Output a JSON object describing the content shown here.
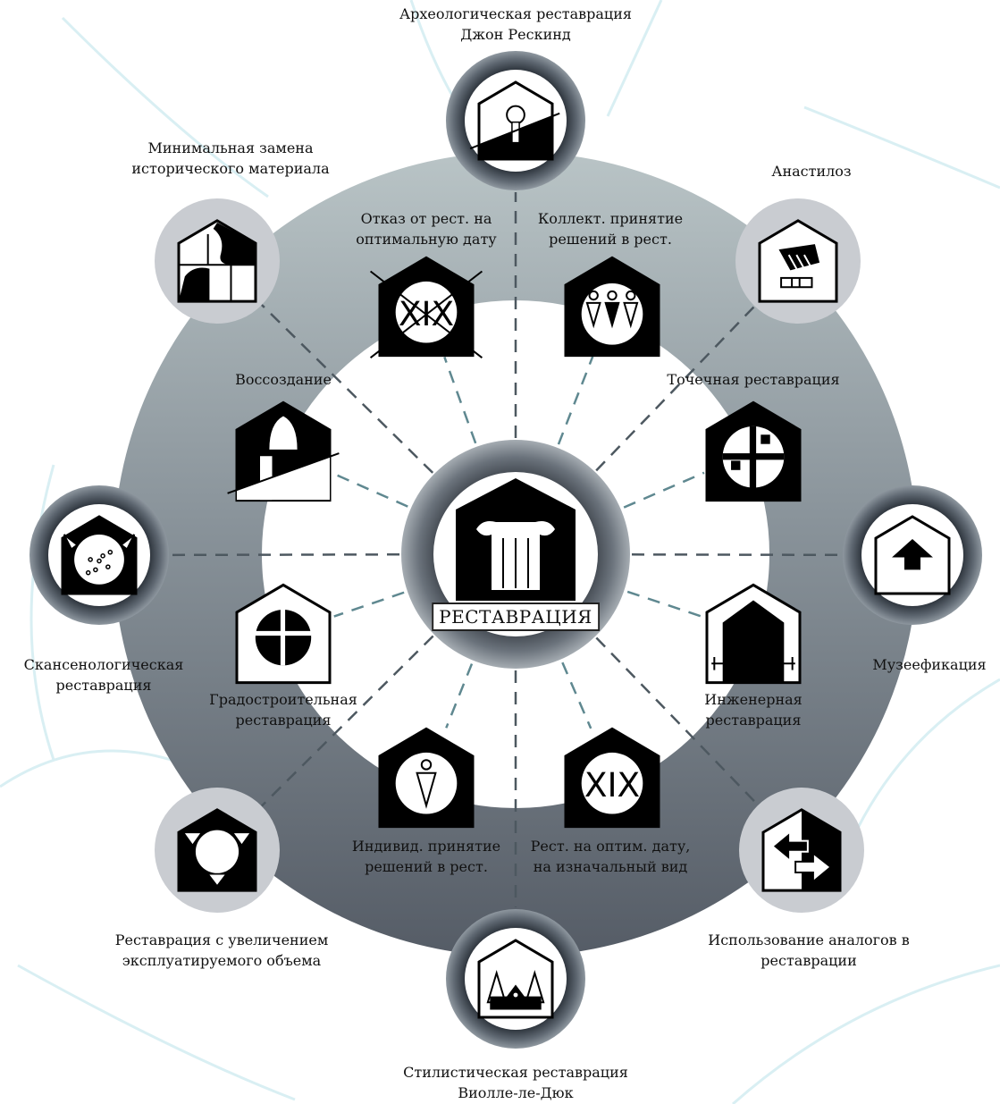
{
  "center": {
    "label": "РЕСТАВРАЦИЯ",
    "icon": "column-capital-house-icon"
  },
  "outer_nodes": [
    {
      "id": "archaeological",
      "lines": [
        "Археологическая реставрация",
        "Джон Рескинд"
      ],
      "icon": "lamp-house-icon"
    },
    {
      "id": "anastylosis",
      "lines": [
        "Анастилоз"
      ],
      "icon": "fallen-capital-house-icon"
    },
    {
      "id": "museumification",
      "lines": [
        "Музеефикация"
      ],
      "icon": "up-arrow-house-icon"
    },
    {
      "id": "analogs",
      "lines": [
        "Использование аналогов в",
        "реставрации"
      ],
      "icon": "exchange-arrows-house-icon"
    },
    {
      "id": "stylistic",
      "lines": [
        "Стилистическая реставрация",
        "Виолле-ле-Дюк"
      ],
      "icon": "spires-house-icon"
    },
    {
      "id": "volume",
      "lines": [
        "Реставрация с увеличением",
        "эксплуатируемого объема"
      ],
      "icon": "expanding-circle-house-icon"
    },
    {
      "id": "skansen",
      "lines": [
        "Скансенологическая",
        "реставрация"
      ],
      "icon": "dotted-circle-house-icon"
    },
    {
      "id": "minimal",
      "lines": [
        "Минимальная замена",
        "исторического материала"
      ],
      "icon": "patchwork-house-icon"
    }
  ],
  "inner_nodes": [
    {
      "id": "collective",
      "lines": [
        "Коллект. принятие",
        "решений в рест."
      ],
      "icon": "group-figures-house-icon"
    },
    {
      "id": "point",
      "lines": [
        "Точечная реставрация"
      ],
      "icon": "cross-window-house-icon"
    },
    {
      "id": "engineering",
      "lines": [
        "Инженерная",
        "реставрация"
      ],
      "icon": "braced-house-icon"
    },
    {
      "id": "optimal-date",
      "lines": [
        "Рест. на оптим. дату,",
        "на изначальный вид"
      ],
      "icon": "xix-house-icon"
    },
    {
      "id": "individual",
      "lines": [
        "Индивид. принятие",
        "решений в рест."
      ],
      "icon": "single-figure-house-icon"
    },
    {
      "id": "urban",
      "lines": [
        "Градостроительная",
        "реставрация"
      ],
      "icon": "cross-circle-house-icon"
    },
    {
      "id": "recreation",
      "lines": [
        "Воссоздание"
      ],
      "icon": "dome-house-icon"
    },
    {
      "id": "refusal",
      "lines": [
        "Отказ от рест. на",
        "оптимальную дату"
      ],
      "icon": "xix-crossed-house-icon"
    }
  ],
  "colors": {
    "ring_light": "#b8c3c5",
    "ring_dark": "#5c636d",
    "node_light": "#cfd2d6",
    "icon_black": "#000000",
    "dash_outer": "#55606a",
    "dash_inner": "#6a8a92",
    "bg_curve": "#d4eef2"
  }
}
